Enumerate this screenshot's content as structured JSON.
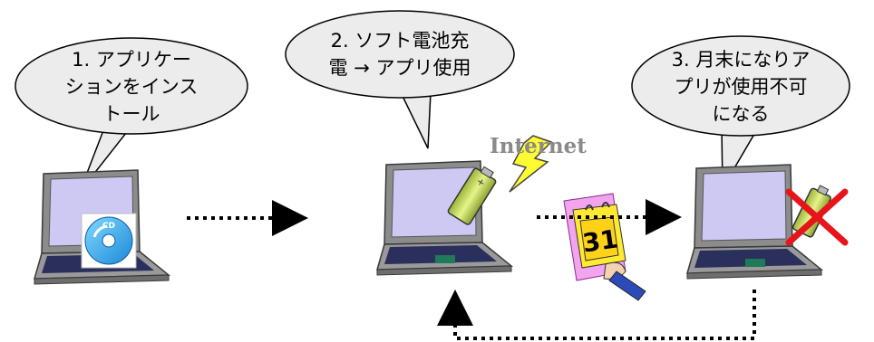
{
  "steps": [
    {
      "number": "1.",
      "lines": [
        "1. アプリケー",
        "ションをインス",
        "トール"
      ]
    },
    {
      "number": "2.",
      "lines": [
        "2. ソフト電池充",
        "電 → アプリ使用"
      ]
    },
    {
      "number": "3.",
      "lines": [
        "3. 月末になりア",
        "プリが使用不可",
        "になる"
      ]
    }
  ],
  "internet_label": "Internet",
  "cd_label": "CD",
  "calendar_day": "31",
  "colors": {
    "bubble_fill": "#ececec",
    "laptop_body": "#8c8c8c",
    "screen": "#cdc9f3",
    "keyboard": "#2a2f5c",
    "cross": "#e8141b",
    "lightning": "#fffb33",
    "battery": "#c8e05a"
  }
}
